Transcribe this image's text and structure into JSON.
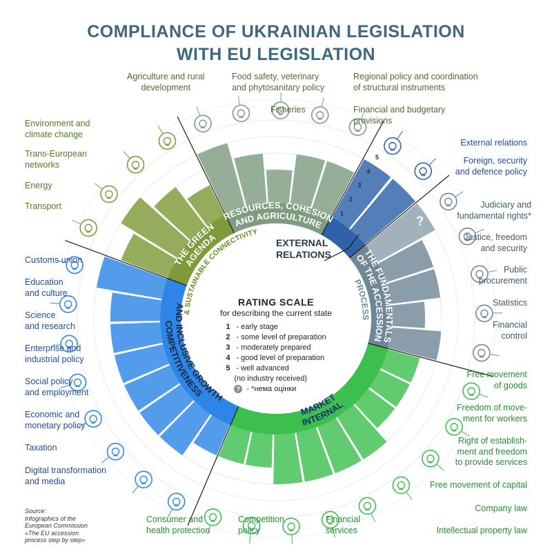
{
  "title": {
    "line1": "COMPLIANCE OF UKRAINIAN LEGISLATION",
    "line2": "WITH EU LEGISLATION"
  },
  "colors": {
    "title": "#3e6780",
    "green_agenda": "#7f9a3a",
    "resources": "#7e9c80",
    "external": "#2f62a8",
    "fundamentals": "#6f8898",
    "internal_market": "#3dbf4f",
    "competitiveness": "#2d86e6",
    "question_marker": "#8a8f93"
  },
  "clusters": [
    {
      "key": "resources",
      "line1": "RESOURCES, COHESION",
      "line2": "AND AGRICULTURE"
    },
    {
      "key": "green",
      "line1": "THE GREEN",
      "line2": "AGENDA",
      "subline": "& SUSTAINABLE CONNECTIVITY"
    },
    {
      "key": "competitiveness",
      "line1": "COMPETITIVENESS",
      "line2": "AND INCLUSIVE GROWTH"
    },
    {
      "key": "internal",
      "line1": "INTERNAL",
      "line2": "MARKET"
    },
    {
      "key": "fundamentals",
      "line1": "THE FUNDAMENTALS",
      "line2": "OF THE ACCESSION",
      "line3": "PROCESS"
    },
    {
      "key": "external",
      "line1": "EXTERNAL",
      "line2": "RELATIONS"
    }
  ],
  "ring_scale_numbers": [
    "1",
    "2",
    "3",
    "4",
    "5"
  ],
  "question_mark": "?",
  "chapters": [
    {
      "line1": "Agriculture and rural",
      "line2": "development",
      "cluster": "resources",
      "rating": 4,
      "icon": "plant-icon"
    },
    {
      "line1": "Food safety, veterinary",
      "line2": "and phytosanitary policy",
      "cluster": "resources",
      "rating": 3,
      "icon": "cow-icon"
    },
    {
      "line1": "Fisheries",
      "cluster": "resources",
      "rating": 2,
      "icon": "fish-icon"
    },
    {
      "line1": "Regional policy and coordination",
      "line2": "of structural instruments",
      "cluster": "resources",
      "rating": 3,
      "icon": "network-icon"
    },
    {
      "line1": "Financial and budgetary",
      "line2": "provisions",
      "cluster": "resources",
      "rating": 3,
      "icon": "coins-plant-icon"
    },
    {
      "line1": "External relations",
      "cluster": "external",
      "rating": 4,
      "icon": "handshake-icon"
    },
    {
      "line1": "Foreign, security",
      "line2": "and defence policy",
      "cluster": "external",
      "rating": 4,
      "icon": "shield-icon"
    },
    {
      "line1": "Judiciary and",
      "line2": "fundamental rights*",
      "cluster": "fundamentals",
      "rating": 0,
      "icon": "gavel-icon"
    },
    {
      "line1": "Justice, freedom",
      "line2": "and security",
      "cluster": "fundamentals",
      "rating": 3,
      "icon": "scales-icon"
    },
    {
      "line1": "Public",
      "line2": "procurement",
      "cluster": "fundamentals",
      "rating": 3,
      "icon": "document-pen-icon"
    },
    {
      "line1": "Statistics",
      "cluster": "fundamentals",
      "rating": 2,
      "icon": "bar-chart-icon"
    },
    {
      "line1": "Financial",
      "line2": "control",
      "cluster": "fundamentals",
      "rating": 3,
      "icon": "coins-icon"
    },
    {
      "line1": "Free movement",
      "line2": "of goods",
      "cluster": "internal",
      "rating": 2,
      "icon": "arrows-icon"
    },
    {
      "line1": "Freedom of move-",
      "line2": "ment for workers",
      "cluster": "internal",
      "rating": 2,
      "icon": "worker-icon"
    },
    {
      "line1": "Right of establish-",
      "line2": "ment and freedom",
      "line3": "to provide services",
      "cluster": "internal",
      "rating": 2,
      "icon": "crane-icon"
    },
    {
      "line1": "Free movement of capital",
      "cluster": "internal",
      "rating": 3,
      "icon": "globe-icon"
    },
    {
      "line1": "Company law",
      "cluster": "internal",
      "rating": 3,
      "icon": "book-icon"
    },
    {
      "line1": "Intellectual property law",
      "cluster": "internal",
      "rating": 3,
      "icon": "lightbulb-icon"
    },
    {
      "line1": "Financial",
      "line2": "services",
      "cluster": "internal",
      "rating": 3,
      "icon": "money-icon"
    },
    {
      "line1": "Competition",
      "line2": "policy",
      "cluster": "internal",
      "rating": 2,
      "icon": "podium-icon"
    },
    {
      "line1": "Consumer and",
      "line2": "health protection",
      "cluster": "internal",
      "rating": 2,
      "icon": "heart-hand-icon"
    },
    {
      "line1": "Digital transformation",
      "line2": "and media",
      "cluster": "competitiveness",
      "rating": 2,
      "icon": "megaphone-icon"
    },
    {
      "line1": "Taxation",
      "cluster": "competitiveness",
      "rating": 3,
      "icon": "percent-bag-icon"
    },
    {
      "line1": "Economic and",
      "line2": "monetary policy",
      "cluster": "competitiveness",
      "rating": 3,
      "icon": "calculator-icon"
    },
    {
      "line1": "Social policy",
      "line2": "and employment",
      "cluster": "competitiveness",
      "rating": 3,
      "icon": "people-icon"
    },
    {
      "line1": "Enterprise and",
      "line2": "industrial policy",
      "cluster": "competitiveness",
      "rating": 3,
      "icon": "factory-icon"
    },
    {
      "line1": "Science",
      "line2": "and research",
      "cluster": "competitiveness",
      "rating": 3,
      "icon": "flask-icon"
    },
    {
      "line1": "Education",
      "line2": "and culture",
      "cluster": "competitiveness",
      "rating": 3,
      "icon": "masks-icon"
    },
    {
      "line1": "Customs union",
      "cluster": "competitiveness",
      "rating": 4,
      "icon": "cart-icon"
    },
    {
      "line1": "Transport",
      "cluster": "green",
      "rating": 3,
      "icon": "truck-icon"
    },
    {
      "line1": "Energy",
      "cluster": "green",
      "rating": 4,
      "icon": "pylon-icon"
    },
    {
      "line1": "Trans-European",
      "line2": "networks",
      "cluster": "green",
      "rating": 3,
      "icon": "road-icon"
    },
    {
      "line1": "Environment and",
      "line2": "climate change",
      "cluster": "green",
      "rating": 2,
      "icon": "eco-globe-icon"
    }
  ],
  "rating_scale": {
    "title": "RATING SCALE",
    "subtitle": "for describing the current state",
    "items": [
      {
        "num": "1",
        "text": " - early stage"
      },
      {
        "num": "2",
        "text": " - some level of preparation"
      },
      {
        "num": "3",
        "text": " - moderately prepared"
      },
      {
        "num": "4",
        "text": " - good level of preparation"
      },
      {
        "num": "5",
        "text": " - well advanced"
      }
    ],
    "note": "(no industry received)",
    "question_note": " - *нема оцінки"
  },
  "source": {
    "line1": "Source:",
    "line2": "Infographics of the",
    "line3": "European Commission",
    "line4": "«The EU accession",
    "line5": "process step by step»"
  }
}
